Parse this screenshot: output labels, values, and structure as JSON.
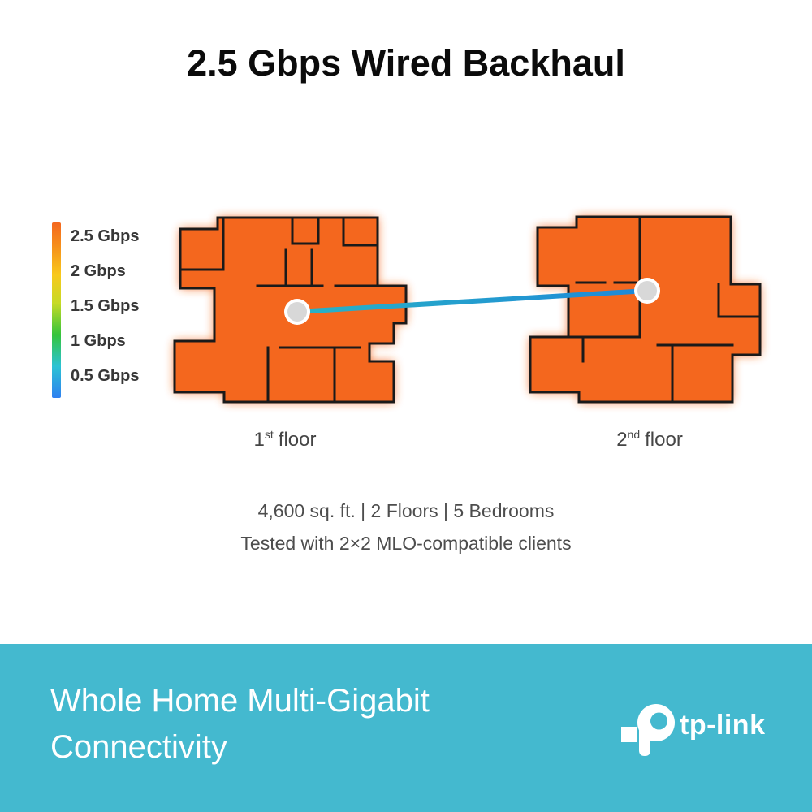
{
  "title": "2.5 Gbps Wired Backhaul",
  "legend": {
    "labels": [
      "2.5 Gbps",
      "2 Gbps",
      "1.5 Gbps",
      "1 Gbps",
      "0.5 Gbps"
    ],
    "gradient_stops": [
      "#F4671E 0%",
      "#F6911C 14%",
      "#F8C91C 30%",
      "#C6DA25 46%",
      "#35C43C 64%",
      "#2BC3D4 82%",
      "#2F80F0 100%"
    ]
  },
  "heatmap": {
    "floor_fill_color": "#F4671E",
    "wall_color": "#1A1A1A",
    "backhaul_line_colors": [
      "#29B2C5",
      "#1E88D8"
    ],
    "node_outer_color": "#FFFFFF",
    "node_inner_color": "#D8D8D8"
  },
  "floors": [
    {
      "ordinal": "1",
      "suffix": "st",
      "label": "floor"
    },
    {
      "ordinal": "2",
      "suffix": "nd",
      "label": "floor"
    }
  ],
  "captions": {
    "line1": "4,600 sq. ft. | 2 Floors | 5 Bedrooms",
    "line2": "Tested with 2×2 MLO-compatible clients"
  },
  "banner": {
    "heading": "Whole Home Multi-Gigabit Connectivity",
    "logo_text": "tp-link",
    "bg_color": "#44B9CF"
  }
}
